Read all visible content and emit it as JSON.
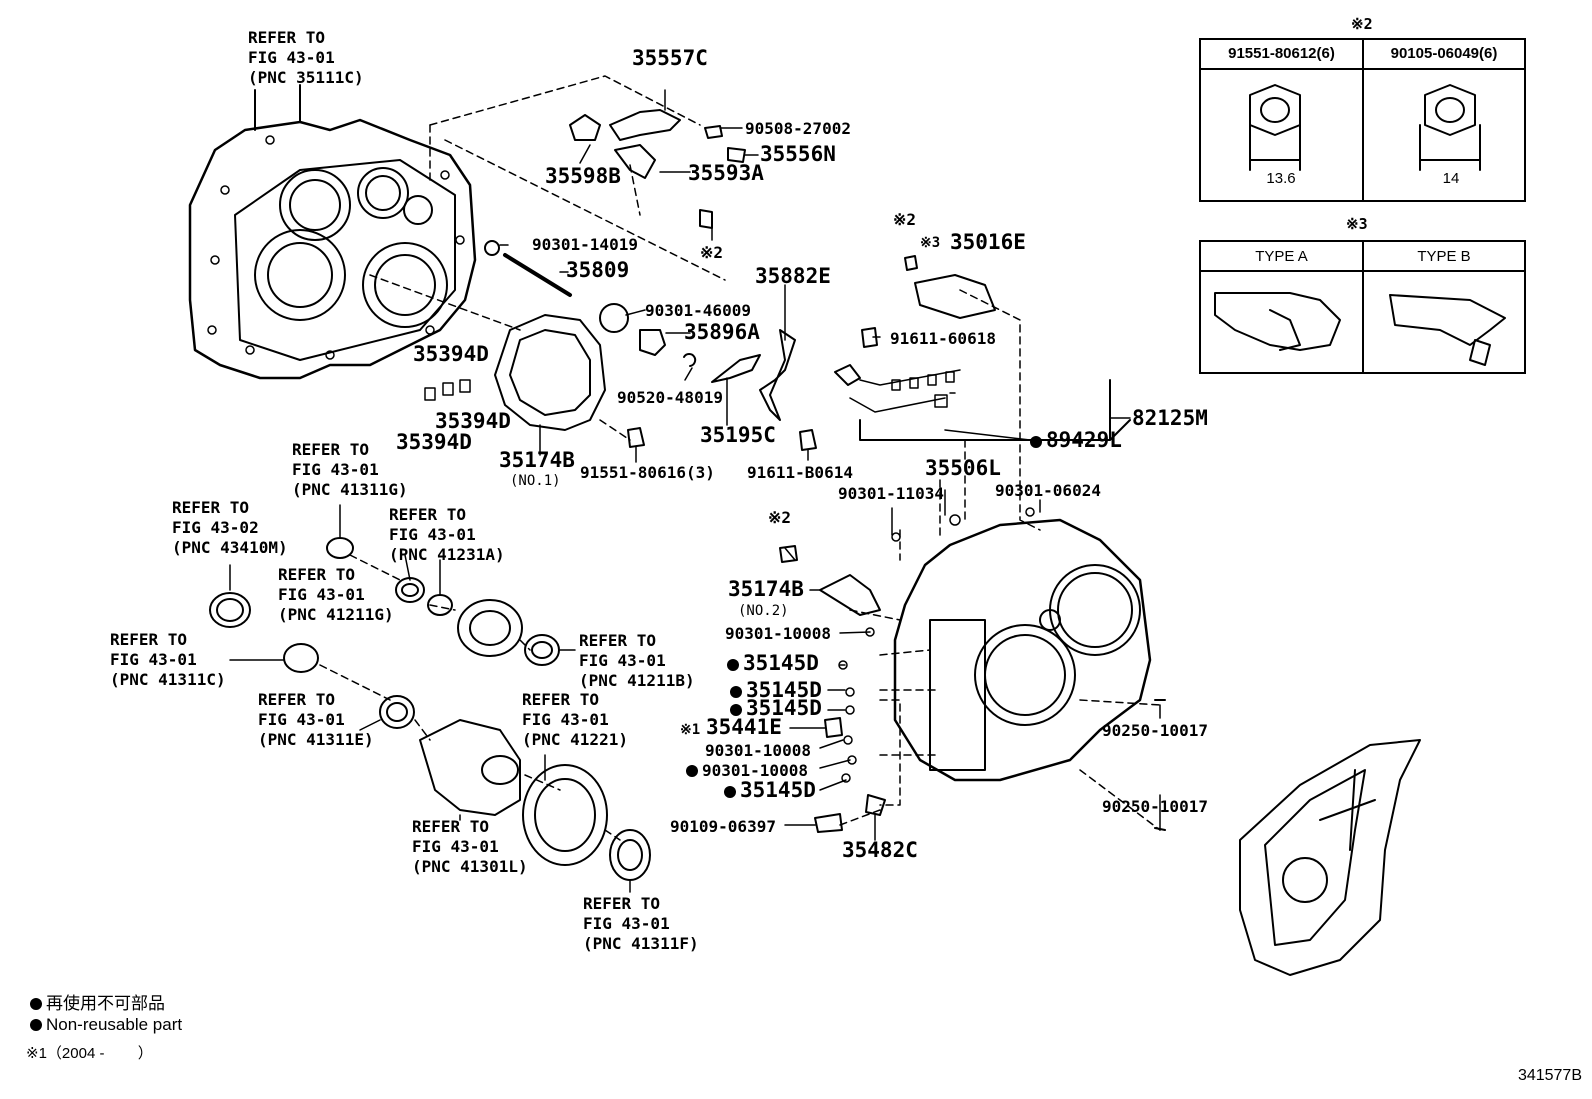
{
  "diagram_id": "341577B",
  "refs": {
    "r1": "REFER TO\nFIG 43-01\n(PNC 35111C)",
    "r2": "REFER TO\nFIG 43-01\n(PNC 41311G)",
    "r3": "REFER TO\nFIG 43-02\n(PNC 43410M)",
    "r4": "REFER TO\nFIG 43-01\n(PNC 41231A)",
    "r5": "REFER TO\nFIG 43-01\n(PNC 41211G)",
    "r6": "REFER TO\nFIG 43-01\n(PNC 41311C)",
    "r7": "REFER TO\nFIG 43-01\n(PNC 41211B)",
    "r8": "REFER TO\nFIG 43-01\n(PNC 41311E)",
    "r9": "REFER TO\nFIG 43-01\n(PNC 41221)",
    "r10": "REFER TO\nFIG 43-01\n(PNC 41301L)",
    "r11": "REFER TO\nFIG 43-01\n(PNC 41311F)"
  },
  "parts": {
    "p35557C": "35557C",
    "p90508_27002": "90508-27002",
    "p35598B": "35598B",
    "p35556N": "35556N",
    "p35593A": "35593A",
    "note2a": "※2",
    "p90301_14019": "90301-14019",
    "p35809": "35809",
    "p90301_46009": "90301-46009",
    "p35896A": "35896A",
    "p35882E": "35882E",
    "p35394D_a": "35394D",
    "p35394D_b": "35394D",
    "p35394D_c": "35394D",
    "p90520_48019": "90520-48019",
    "p35195C": "35195C",
    "p35174B_1": "35174B",
    "p35174B_1_sub": "(NO.1)",
    "p91551_80616": "91551-80616(3)",
    "p91611_B0614": "91611-B0614",
    "note2b": "※2",
    "note3": "※3",
    "p35016E": "35016E",
    "p91611_60618": "91611-60618",
    "p82125M": "82125M",
    "p89429L": "89429L",
    "p35506L": "35506L",
    "p90301_11034": "90301-11034",
    "p90301_06024": "90301-06024",
    "note2c": "※2",
    "p35174B_2": "35174B",
    "p35174B_2_sub": "(NO.2)",
    "p90301_10008_a": "90301-10008",
    "p35145D_a": "35145D",
    "p35145D_b": "35145D",
    "p35145D_c": "35145D",
    "note1": "※1",
    "p35441E": "35441E",
    "p90301_10008_b": "90301-10008",
    "p90301_10008_c": "90301-10008",
    "p35145D_d": "35145D",
    "p90109_06397": "90109-06397",
    "p35482C": "35482C",
    "p90250_10017_a": "90250-10017",
    "p90250_10017_b": "90250-10017"
  },
  "inset_bolts": {
    "mark": "※2",
    "col1_part": "91551-80612(6)",
    "col1_size": "13.6",
    "col2_part": "90105-06049(6)",
    "col2_size": "14"
  },
  "inset_types": {
    "mark": "※3",
    "col1": "TYPE A",
    "col2": "TYPE B"
  },
  "legend": {
    "jp": "再使用不可部品",
    "en": "Non-reusable part",
    "note1": "※1（2004 -        ）"
  }
}
